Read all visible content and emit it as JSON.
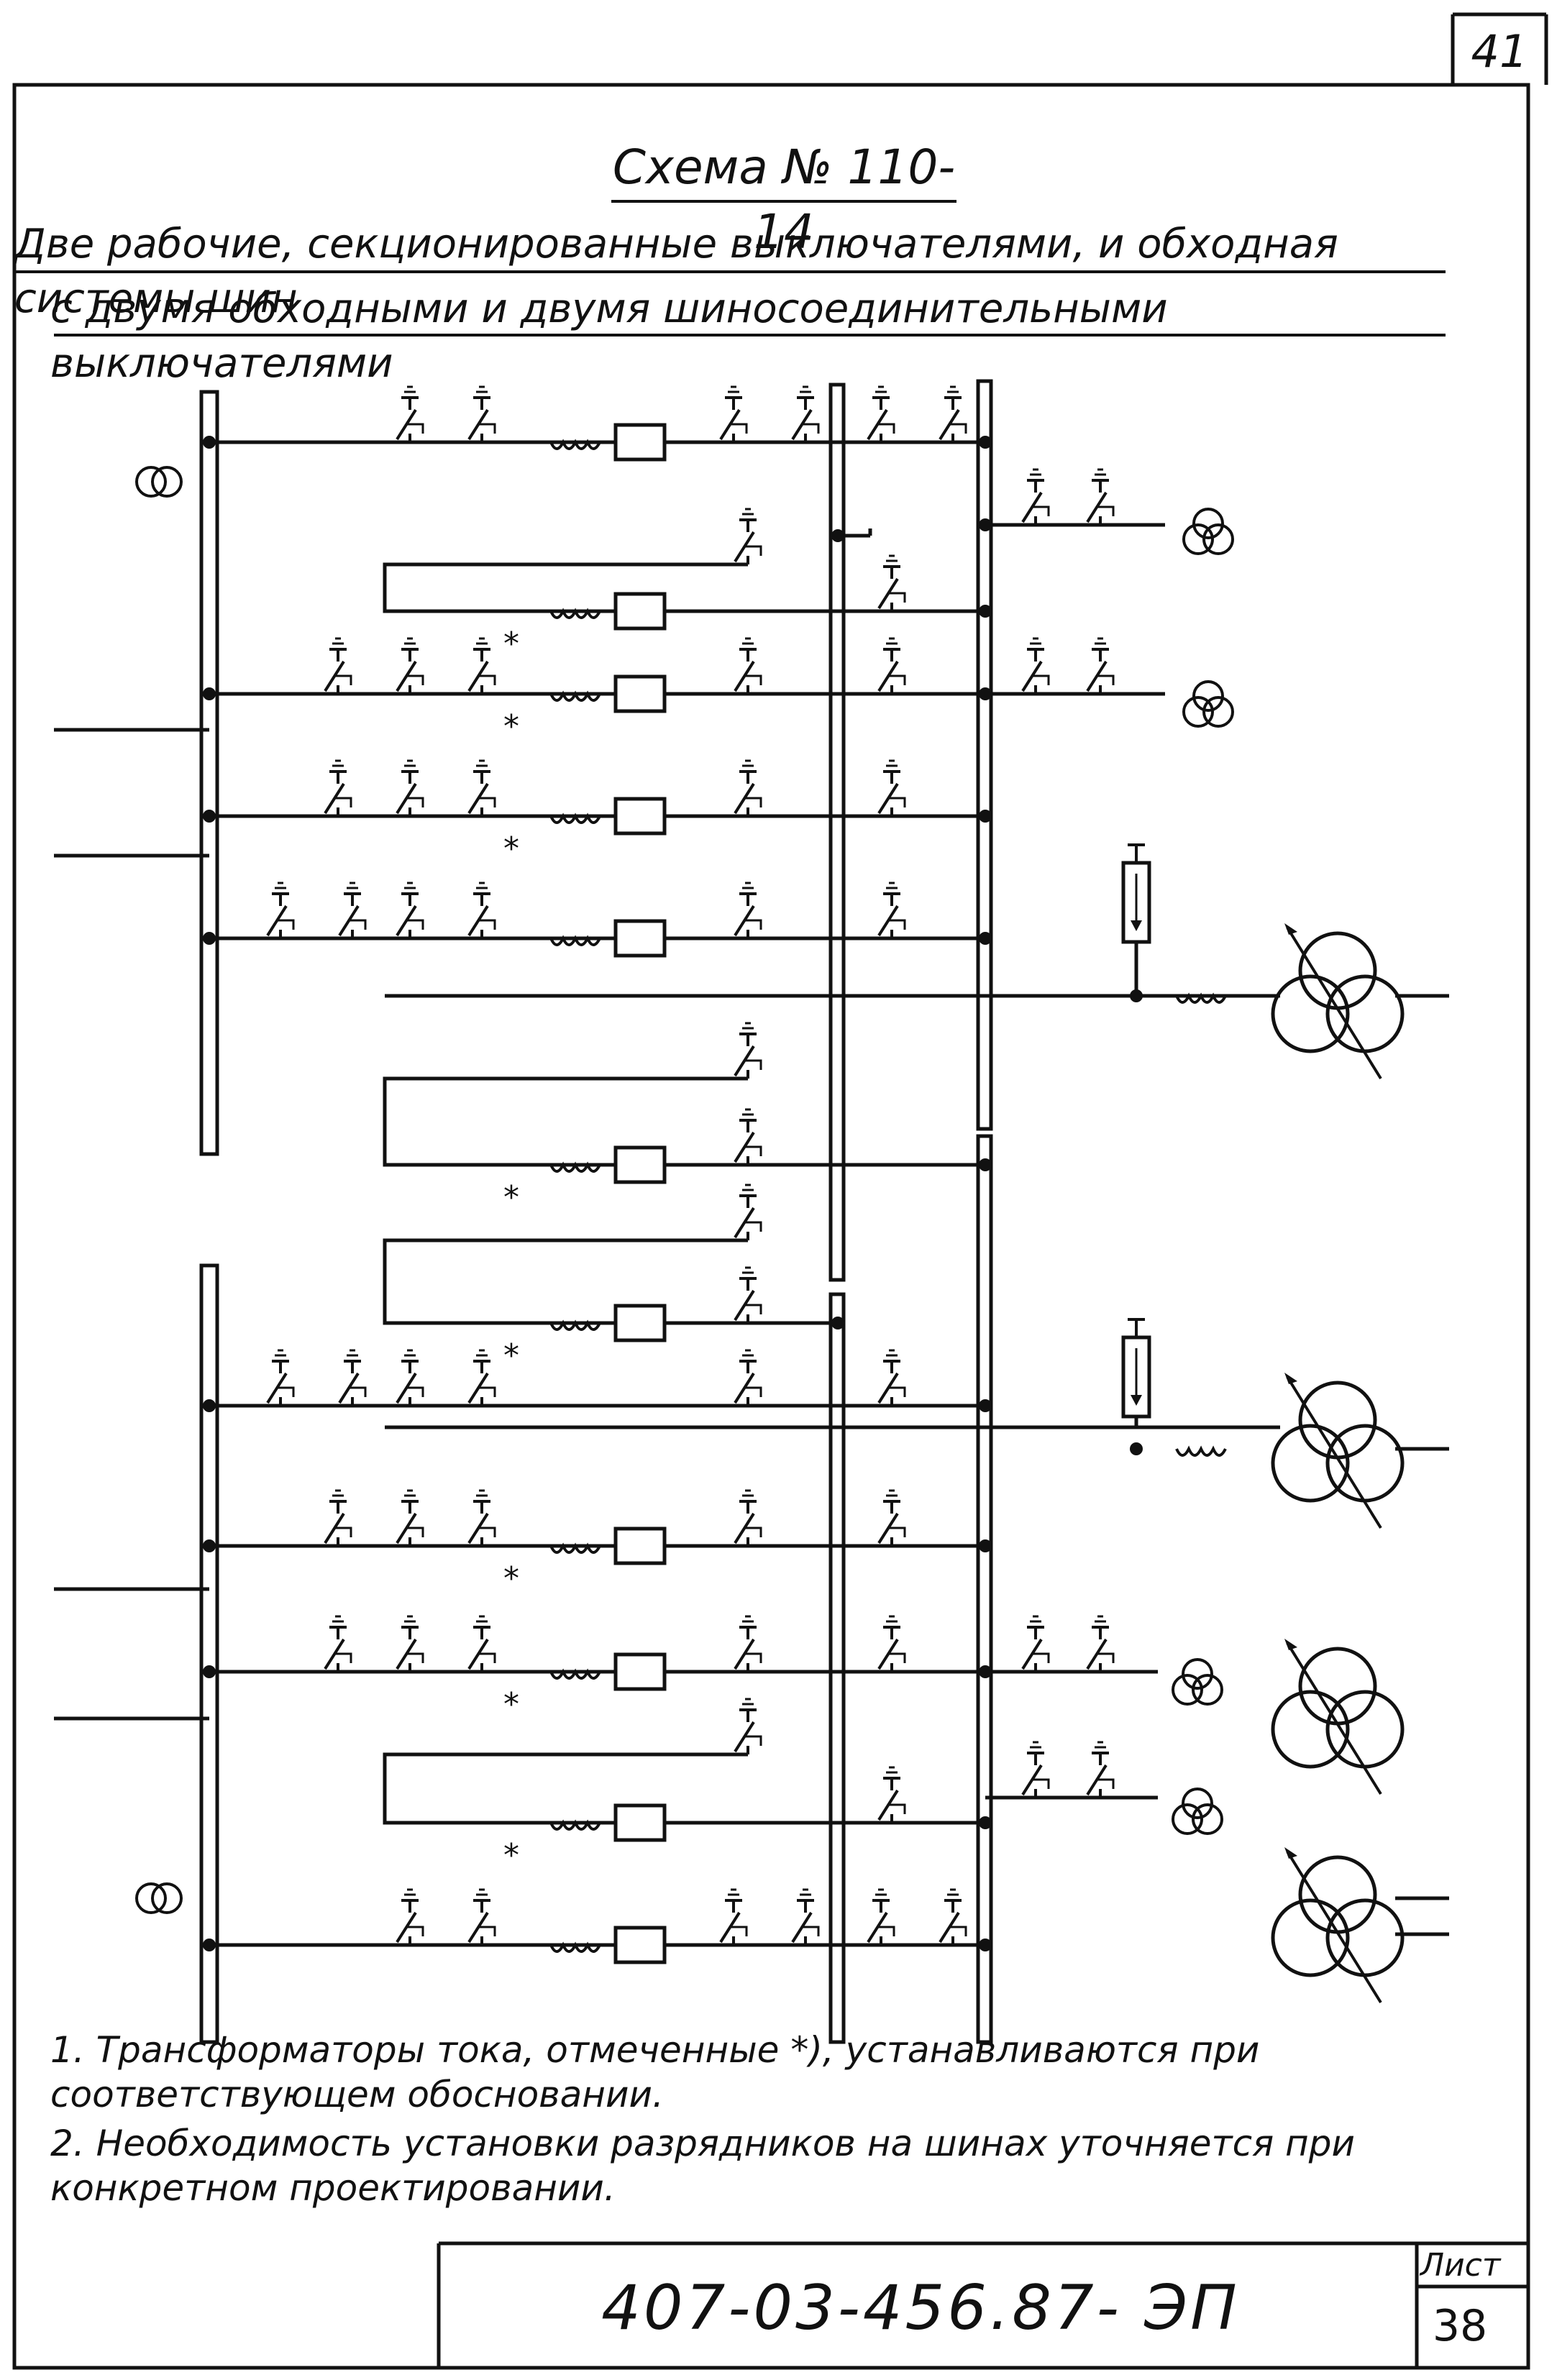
{
  "page_number": "41",
  "title": "Схема № 110-14",
  "subtitle": [
    "Две рабочие, секционированные выключателями, и обходная системы шин",
    "с двумя обходными и двумя шиносоединительными выключателями"
  ],
  "marker": "*",
  "notes": [
    "1. Трансформаторы тока, отмеченные *), устанавливаются при соответствующем обосновании.",
    "2. Необходимость установки разрядников на шинах уточняется при конкретном проектировании."
  ],
  "stamp": {
    "code": "407-03-456.87- ЭП",
    "sheet_label": "Лист",
    "sheet_number": "38"
  }
}
